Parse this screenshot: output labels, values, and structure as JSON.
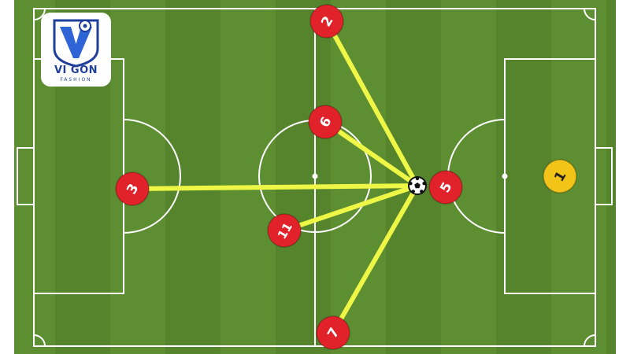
{
  "brand": {
    "name": "VI GÔN",
    "tagline": "FASHION",
    "primary_color": "#1f3f9a",
    "accent_color": "#2f64d6"
  },
  "colors": {
    "pitch_light": "#5e8e32",
    "pitch_dark": "#55842c",
    "lines": "#ffffff",
    "pass_line": "#eef646",
    "player_fill": "#e1222a",
    "goalkeeper_fill": "#f2c417",
    "player_text": "#ffffff",
    "goalkeeper_text": "#222222"
  },
  "players": [
    {
      "number": "1",
      "team": "opponent-goalkeeper"
    },
    {
      "number": "2",
      "team": "attack"
    },
    {
      "number": "3",
      "team": "attack"
    },
    {
      "number": "5",
      "team": "attack"
    },
    {
      "number": "6",
      "team": "attack"
    },
    {
      "number": "7",
      "team": "attack"
    },
    {
      "number": "11",
      "team": "attack"
    }
  ],
  "passes": [
    {
      "from": "ball",
      "to": "2"
    },
    {
      "from": "ball",
      "to": "3"
    },
    {
      "from": "ball",
      "to": "6"
    },
    {
      "from": "ball",
      "to": "11"
    },
    {
      "from": "ball",
      "to": "7"
    }
  ],
  "ball": {
    "icon": "soccer-ball-icon",
    "holder": "5"
  }
}
